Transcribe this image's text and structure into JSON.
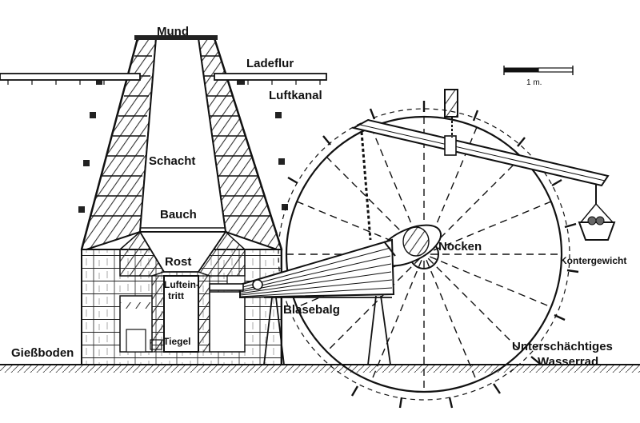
{
  "labels": {
    "mund": "Mund",
    "ladeflur": "Ladeflur",
    "luftkanal": "Luftkanal",
    "schacht": "Schacht",
    "bauch": "Bauch",
    "rost": "Rost",
    "lufteintritt_line1": "Luftein-",
    "lufteintritt_line2": "tritt",
    "tiegel": "Tiegel",
    "giessboden": "Gießboden",
    "blasebalg": "Blasebalg",
    "nocken": "Nocken",
    "kontergewicht": "Kontergewicht",
    "wasserrad_line1": "Unterschächtiges",
    "wasserrad_line2": "Wasserrad"
  },
  "scale_bar": {
    "label": "1 m."
  },
  "colors": {
    "ink": "#111111",
    "paper": "#ffffff",
    "hatch": "#333333"
  }
}
